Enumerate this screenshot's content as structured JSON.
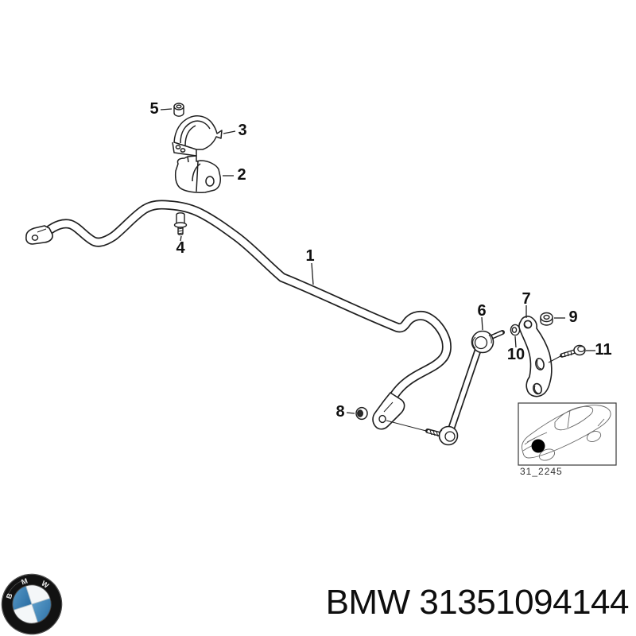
{
  "diagram": {
    "callouts": [
      {
        "id": 1,
        "label": "1"
      },
      {
        "id": 2,
        "label": "2"
      },
      {
        "id": 3,
        "label": "3"
      },
      {
        "id": 4,
        "label": "4"
      },
      {
        "id": 5,
        "label": "5"
      },
      {
        "id": 6,
        "label": "6"
      },
      {
        "id": 7,
        "label": "7"
      },
      {
        "id": 8,
        "label": "8"
      },
      {
        "id": 9,
        "label": "9"
      },
      {
        "id": 10,
        "label": "10"
      },
      {
        "id": 11,
        "label": "11"
      }
    ],
    "inset_ref": "31_2245"
  },
  "footer": {
    "part_text": "BMW 31351094144",
    "logo_letters": [
      "B",
      "M",
      "W"
    ],
    "colors": {
      "roundel_blue": "#3c80b4",
      "roundel_ring": "#121212",
      "text": "#0e0e0e",
      "line_art": "#1f1f1f"
    }
  }
}
